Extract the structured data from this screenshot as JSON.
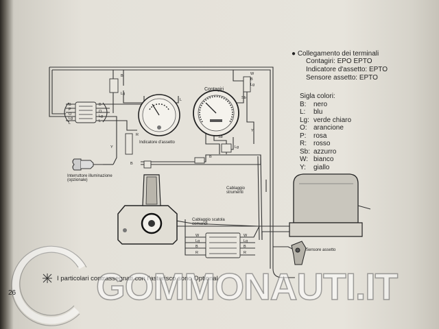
{
  "legend": {
    "bullet": "●",
    "title": "Collegamento dei terminali",
    "lines": [
      "Contagiri: EPO  EPTO",
      "Indicatore d'assetto: EPTO",
      "Sensore assetto: EPTO"
    ]
  },
  "colors": {
    "title": "Sigla colori:",
    "items": [
      {
        "code": "B:",
        "name": "nero"
      },
      {
        "code": "L:",
        "name": "blu"
      },
      {
        "code": "Lg:",
        "name": "verde chiaro"
      },
      {
        "code": "O:",
        "name": "arancione"
      },
      {
        "code": "P:",
        "name": "rosa"
      },
      {
        "code": "R:",
        "name": "rosso"
      },
      {
        "code": "Sb:",
        "name": "azzurro"
      },
      {
        "code": "W:",
        "name": "bianco"
      },
      {
        "code": "Y:",
        "name": "giallo"
      }
    ]
  },
  "labels": {
    "contagiri": "Contagiri",
    "indicatore": "Indicatore d'assetto",
    "interruttore_1": "Interruttore illuminazione",
    "interruttore_2": "(opzionale)",
    "cablaggio_strumenti_1": "Cablaggio",
    "cablaggio_strumenti_2": "strumenti",
    "cablaggio_scatola_1": "Cablaggio scatola",
    "cablaggio_scatola_2": "comandi",
    "sensore": "Sensore assetto"
  },
  "wire_codes": {
    "left_connector": [
      "B",
      "P",
      "O",
      "Lg",
      "L"
    ],
    "left_connector_right": [
      "B",
      "O",
      "Lg",
      "L"
    ],
    "box_connector_left": [
      "W",
      "Lg",
      "B",
      "R"
    ],
    "box_connector_right": [
      "W",
      "Lg",
      "B",
      "R"
    ],
    "top_connector": [
      "W",
      "B",
      "Lg"
    ],
    "misc": [
      "L",
      "B",
      "Lg",
      "Sb",
      "R",
      "Y",
      "Sb",
      "Lg",
      "Y",
      "B",
      "B"
    ]
  },
  "footer": {
    "symbol": "※",
    "note": "I particolari contrassegnati con l'asterisco sono Optional",
    "page": "26"
  },
  "watermark": "GOMMONAUTI.IT"
}
